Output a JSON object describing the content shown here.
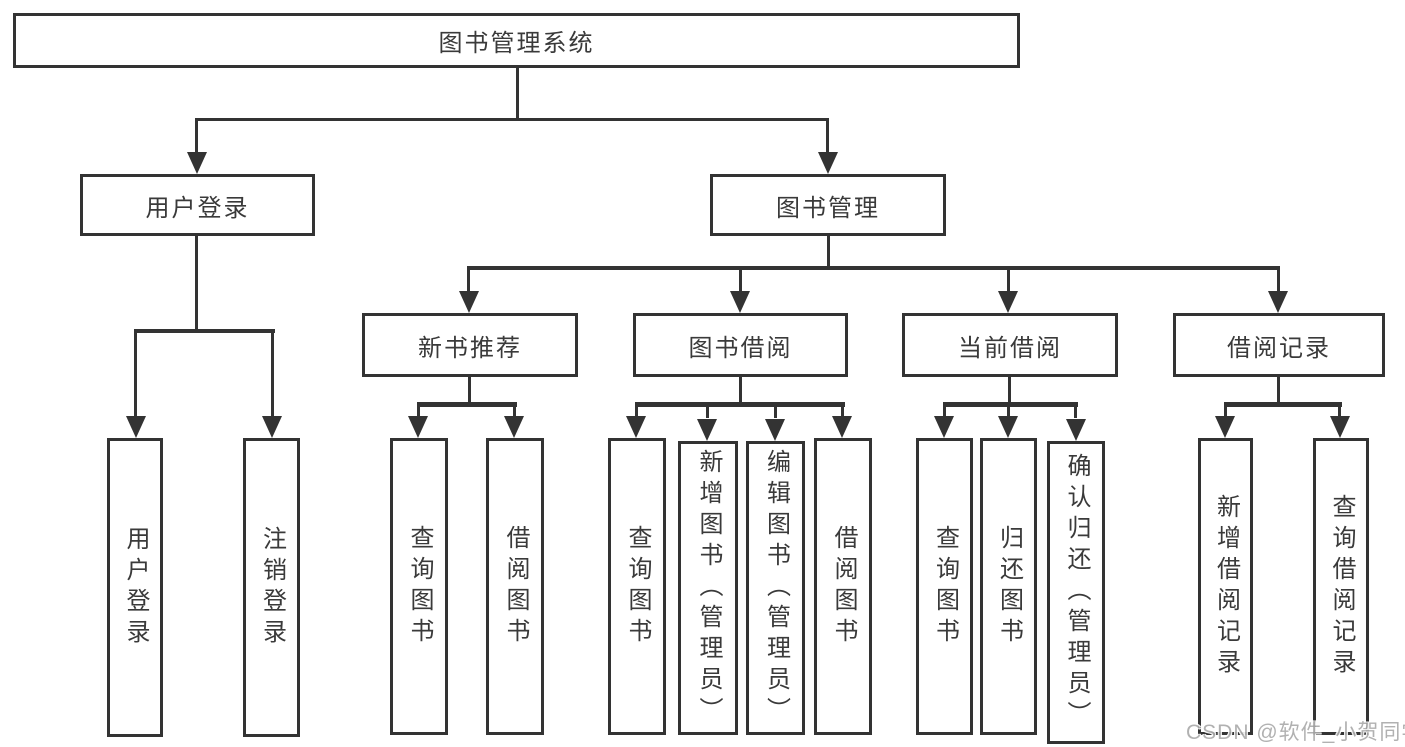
{
  "colors": {
    "line": "#333333",
    "box_border": "#333333",
    "text": "#3a3a3a",
    "background": "#ffffff",
    "watermark": "#ababab"
  },
  "diagram": {
    "root": {
      "label": "图书管理系统"
    },
    "level2": {
      "user_login": {
        "label": "用户登录"
      },
      "book_management": {
        "label": "图书管理"
      }
    },
    "level3": {
      "new_book_recommend": {
        "label": "新书推荐"
      },
      "book_borrowing": {
        "label": "图书借阅"
      },
      "current_borrowing": {
        "label": "当前借阅"
      },
      "borrowing_records": {
        "label": "借阅记录"
      }
    },
    "leaves": {
      "user_login": [
        "用户登录",
        "注销登录"
      ],
      "new_book_recommend": [
        "查询图书",
        "借阅图书"
      ],
      "book_borrowing": [
        "查询图书",
        "新增图书（管理员）",
        "编辑图书（管理员）",
        "借阅图书"
      ],
      "current_borrowing": [
        "查询图书",
        "归还图书",
        "确认归还（管理员）"
      ],
      "borrowing_records": [
        "新增借阅记录",
        "查询借阅记录"
      ]
    }
  },
  "watermark": {
    "text": "CSDN @软件_小贺同学"
  }
}
